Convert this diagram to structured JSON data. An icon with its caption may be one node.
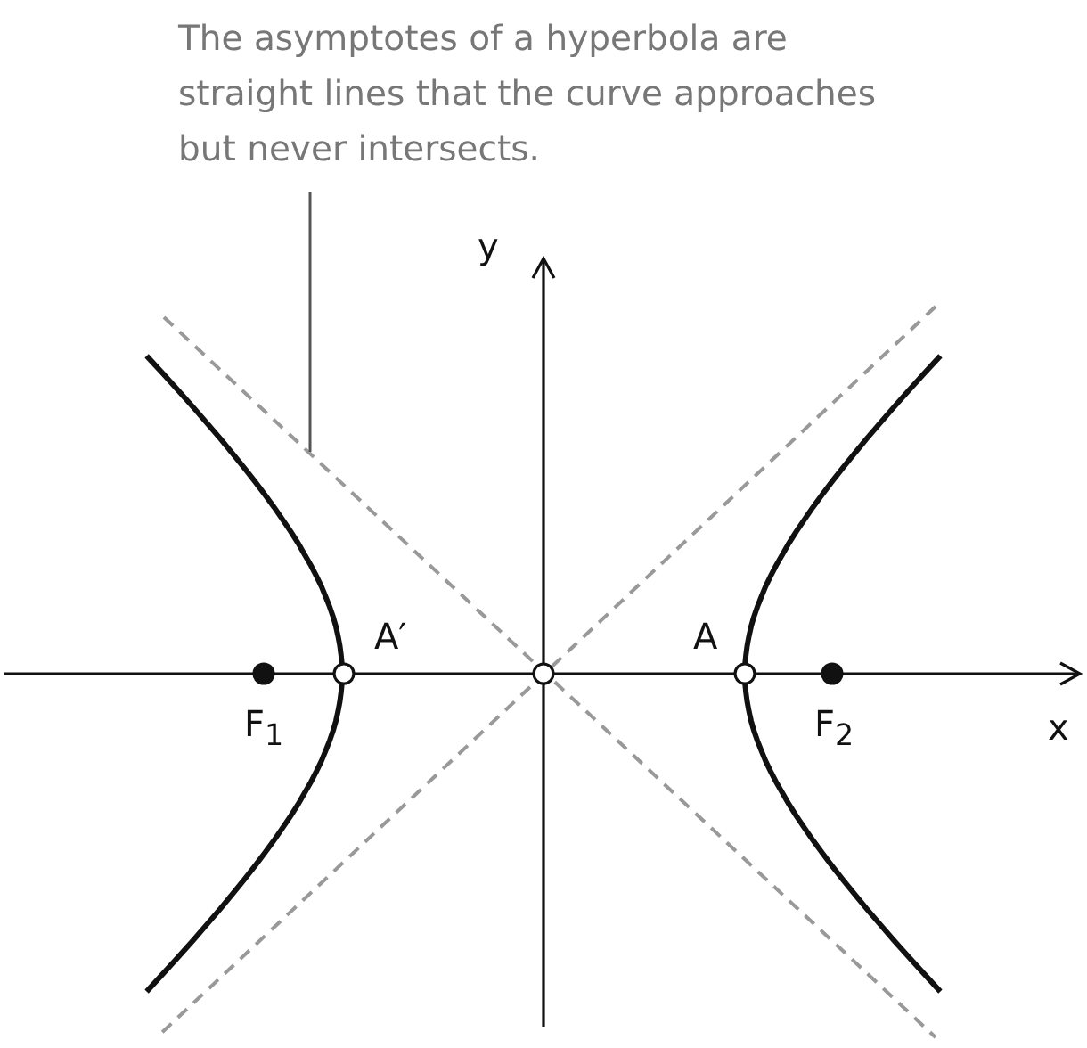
{
  "diagram": {
    "nodes": [
      {
        "text": [
          "The asymptotes of a hyperbola are straight lines that the curve approaches but never intersects."
        ]
      },
      {
        "text": [],
        "shape": "line"
      }
    ],
    "edges": [
      {
        "from": 0,
        "to": 1,
        "arrow": "none"
      }
    ],
    "labels": [
      "y",
      "A′",
      "A",
      "F$_{1}$",
      "F$_{2}$",
      "x"
    ]
  }
}
